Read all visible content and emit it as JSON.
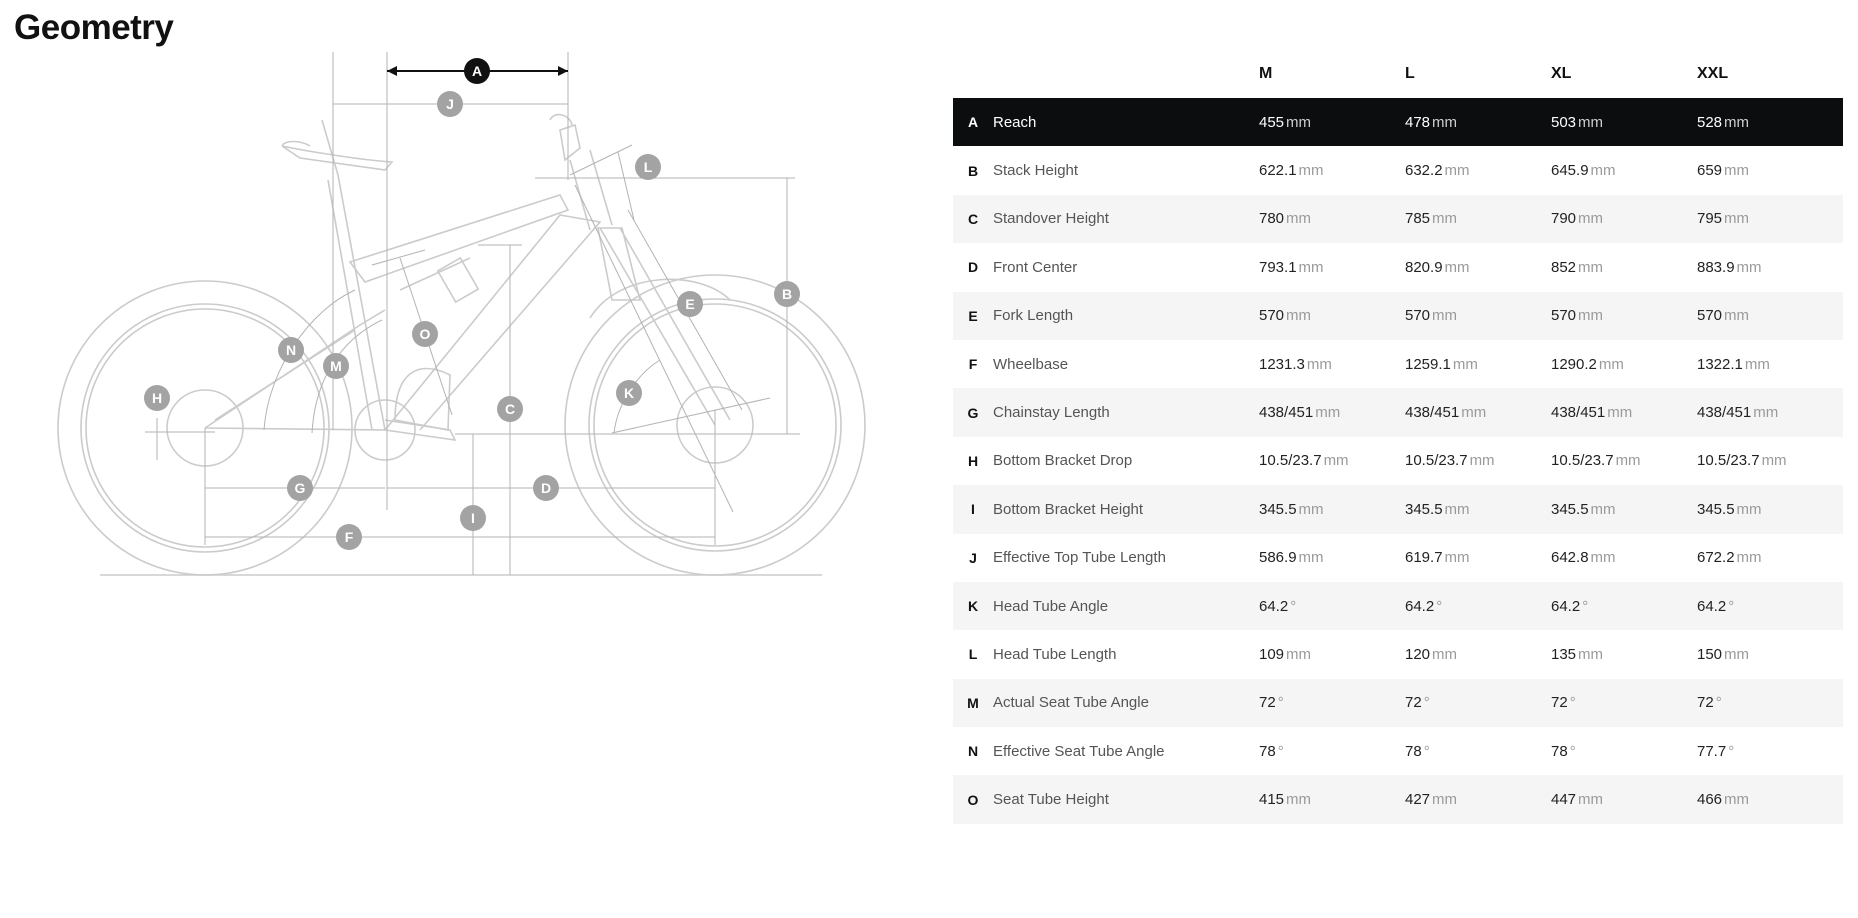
{
  "page": {
    "title": "Geometry"
  },
  "diagram": {
    "markers": {
      "A": "A",
      "B": "B",
      "C": "C",
      "D": "D",
      "E": "E",
      "F": "F",
      "G": "G",
      "H": "H",
      "I": "I",
      "J": "J",
      "K": "K",
      "L": "L",
      "M": "M",
      "N": "N",
      "O": "O"
    },
    "active_marker": "A",
    "colors": {
      "line": "#c8c8c8",
      "dim": "#b3b3b3",
      "marker": "#a3a3a3",
      "active": "#111111"
    }
  },
  "table": {
    "sizes": [
      "M",
      "L",
      "XL",
      "XXL"
    ],
    "active_row": 0,
    "rows": [
      {
        "letter": "A",
        "name": "Reach",
        "unit": "mm",
        "values": [
          "455",
          "478",
          "503",
          "528"
        ]
      },
      {
        "letter": "B",
        "name": "Stack Height",
        "unit": "mm",
        "values": [
          "622.1",
          "632.2",
          "645.9",
          "659"
        ]
      },
      {
        "letter": "C",
        "name": "Standover Height",
        "unit": "mm",
        "values": [
          "780",
          "785",
          "790",
          "795"
        ]
      },
      {
        "letter": "D",
        "name": "Front Center",
        "unit": "mm",
        "values": [
          "793.1",
          "820.9",
          "852",
          "883.9"
        ]
      },
      {
        "letter": "E",
        "name": "Fork Length",
        "unit": "mm",
        "values": [
          "570",
          "570",
          "570",
          "570"
        ]
      },
      {
        "letter": "F",
        "name": "Wheelbase",
        "unit": "mm",
        "values": [
          "1231.3",
          "1259.1",
          "1290.2",
          "1322.1"
        ]
      },
      {
        "letter": "G",
        "name": "Chainstay Length",
        "unit": "mm",
        "values": [
          "438/451",
          "438/451",
          "438/451",
          "438/451"
        ]
      },
      {
        "letter": "H",
        "name": "Bottom Bracket Drop",
        "unit": "mm",
        "values": [
          "10.5/23.7",
          "10.5/23.7",
          "10.5/23.7",
          "10.5/23.7"
        ]
      },
      {
        "letter": "I",
        "name": "Bottom Bracket Height",
        "unit": "mm",
        "values": [
          "345.5",
          "345.5",
          "345.5",
          "345.5"
        ]
      },
      {
        "letter": "J",
        "name": "Effective Top Tube Length",
        "unit": "mm",
        "values": [
          "586.9",
          "619.7",
          "642.8",
          "672.2"
        ]
      },
      {
        "letter": "K",
        "name": "Head Tube Angle",
        "unit": "°",
        "values": [
          "64.2",
          "64.2",
          "64.2",
          "64.2"
        ]
      },
      {
        "letter": "L",
        "name": "Head Tube Length",
        "unit": "mm",
        "values": [
          "109",
          "120",
          "135",
          "150"
        ]
      },
      {
        "letter": "M",
        "name": "Actual Seat Tube Angle",
        "unit": "°",
        "values": [
          "72",
          "72",
          "72",
          "72"
        ]
      },
      {
        "letter": "N",
        "name": "Effective Seat Tube Angle",
        "unit": "°",
        "values": [
          "78",
          "78",
          "78",
          "77.7"
        ]
      },
      {
        "letter": "O",
        "name": "Seat Tube Height",
        "unit": "mm",
        "values": [
          "415",
          "427",
          "447",
          "466"
        ]
      }
    ]
  }
}
